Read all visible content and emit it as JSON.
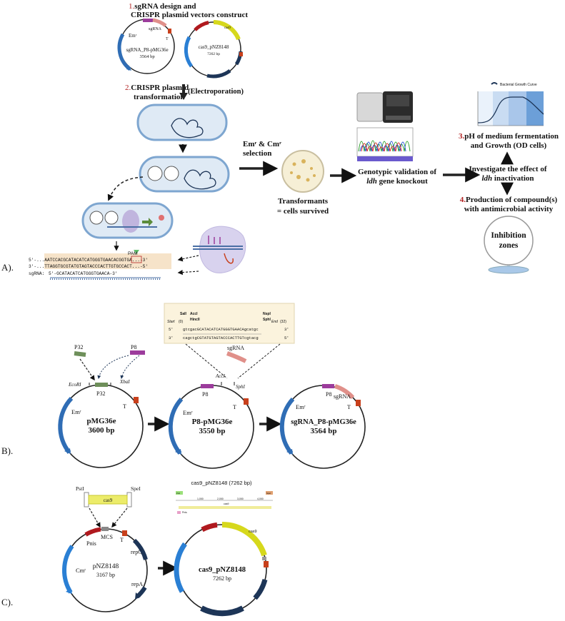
{
  "colors": {
    "em_arc": "#2f6db5",
    "sgrna_arc": "#e0908a",
    "p8": "#9c3c9c",
    "terminator": "#c8401c",
    "cas9": "#d6d81c",
    "pnis": "#b0191e",
    "rep": "#1d3557",
    "cm_arc": "#2a7fd4",
    "cell_fill": "#dfeaf5",
    "cell_border": "#7ea6d0",
    "step_number": "#b22222"
  },
  "panel_a": {
    "label": "A).",
    "step1_number": "1.",
    "step1_line1": "sgRNA design and",
    "step1_line2": "CRISPR plasmid vectors construct",
    "plasmid1_em": "Emʳ",
    "plasmid1_sgrna": "sgRNA",
    "plasmid1_t": "T",
    "plasmid1_name": "sgRNA_P8-pMG36e",
    "plasmid1_size": "3564 bp",
    "plasmid2_cas9": "cas9",
    "plasmid2_name": "cas9_pNZ8148",
    "plasmid2_size": "7262 bp",
    "step2_number": "2.",
    "step2_line1": "CRISPR plasmid",
    "step2_line2": "transformation",
    "electroporation": "(Electroporation)",
    "selection_line1": "Emʳ & Cmʳ",
    "selection_line2": "selection",
    "transformants_line1": "Transformants",
    "transformants_line2": "= cells survived",
    "genotypic_line1": "Genotypic validation of",
    "genotypic_line2_italic": "ldh",
    "genotypic_line2_rest": " gene knockout",
    "growth_curve_title": "Bacterial Growth Curve",
    "step3_number": "3.",
    "step3_line1": "pH of medium fermentation",
    "step3_line2": "and Growth (OD cells)",
    "investigate_line1": "Investigate the effect of",
    "investigate_italic": "ldh",
    "investigate_rest": " inactivation",
    "step4_number": "4.",
    "step4_line1": "Production of compound(s)",
    "step4_line2": "with antimicrobial activity",
    "inhibition_line1": "Inhibition",
    "inhibition_line2": "zones",
    "pam_label": "PAM",
    "seq_top": "5'-...AATCCACGCATACATCATGGGTGAACACGGTGA...-3'",
    "seq_bottom": "3'-...TTAGGTGCGTATGTAGTACCCACTTGTGCCACT...-5'",
    "sgrna_seq_label": "sgRNA:",
    "sgrna_seq": "5'-GCATACATCATGGGTGAACA-3'"
  },
  "panel_b": {
    "label": "B).",
    "p32_frag": "P32",
    "p8_frag": "P8",
    "ecori": "EcoRI",
    "xbai": "XbaI",
    "p32_insert": "P32",
    "pmg_em": "Emʳ",
    "pmg_t": "T",
    "pmg_name": "pMG36e",
    "pmg_size": "3600 bp",
    "insert_start": "Start",
    "insert_start_num": "(0)",
    "insert_end": "End",
    "insert_end_num": "(32)",
    "insert_sali": "SalI",
    "insert_acci": "AccI",
    "insert_hincii": "HincII",
    "insert_nspi": "NspI",
    "insert_sphi": "SphI",
    "insert_5": "5'",
    "insert_3": "3'",
    "insert_top": "gtcgacGCATACATCATGGGTGAACAgcatgc",
    "insert_bottom": "cagctgCGTATGTAGTACCCACTTGTcgtacg",
    "insert_sgrna": "sgRNA",
    "mid_acci": "AccI",
    "mid_sphi": "SphI",
    "mid_p8": "P8",
    "mid_em": "Emʳ",
    "mid_t": "T",
    "mid_name": "P8-pMG36e",
    "mid_size": "3550 bp",
    "fin_p8": "P8",
    "fin_sgrna": "sgRNA",
    "fin_em": "Emʳ",
    "fin_t": "T",
    "fin_name": "sgRNA_P8-pMG36e",
    "fin_size": "3564 bp"
  },
  "panel_c": {
    "label": "C).",
    "psti": "PstI",
    "spei": "SpeI",
    "cas9_insert": "cas9",
    "mcs": "MCS",
    "pnis": "Pnis",
    "t": "T",
    "repc": "repC",
    "repa": "repA",
    "cm": "Cmʳ",
    "pnz_name": "pNZ8148",
    "pnz_size": "3167 bp",
    "map_title": "cas9_pNZ8148 (7262 bp)",
    "map_left_tag": "PstI",
    "map_right_tag": "SpeI",
    "map_ticks": [
      "1,000",
      "2,000",
      "3,000",
      "4,000"
    ],
    "map_feature": "cas9",
    "map_pnis": "Pnis",
    "fin_cas9": "cas9",
    "fin_name": "cas9_pNZ8148",
    "fin_size": "7262 bp"
  }
}
